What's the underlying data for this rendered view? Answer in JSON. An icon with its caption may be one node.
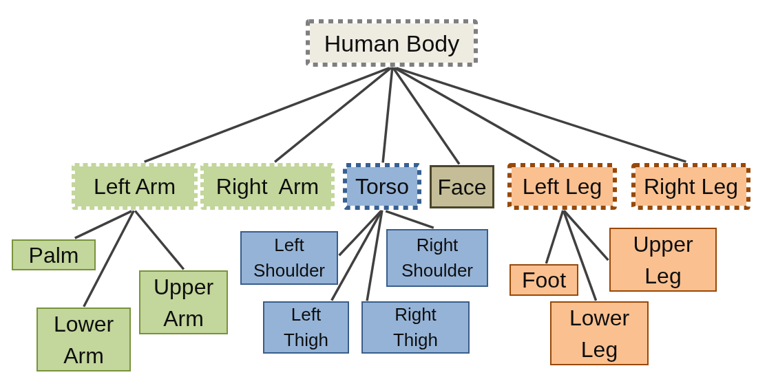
{
  "diagram": {
    "nodes": [
      {
        "text": [
          "Human Body"
        ]
      },
      {
        "text": [
          "Left Arm"
        ]
      },
      {
        "text": [
          "Right  Arm"
        ]
      },
      {
        "text": [
          "Torso"
        ]
      },
      {
        "text": [
          "Face"
        ]
      },
      {
        "text": [
          "Left Leg"
        ]
      },
      {
        "text": [
          "Right Leg"
        ]
      },
      {
        "text": [
          "Palm"
        ]
      },
      {
        "text": [
          "Lower Arm"
        ]
      },
      {
        "text": [
          "Upper Arm"
        ]
      },
      {
        "text": [
          "Left Shoulder"
        ]
      },
      {
        "text": [
          "Right Shoulder"
        ]
      },
      {
        "text": [
          "Left Thigh"
        ]
      },
      {
        "text": [
          "Right Thigh"
        ]
      },
      {
        "text": [
          "Foot"
        ]
      },
      {
        "text": [
          "Lower Leg"
        ]
      },
      {
        "text": [
          "Upper Leg"
        ]
      }
    ],
    "edges": [
      {
        "from": 0,
        "to": 1,
        "arrow": "none"
      },
      {
        "from": 0,
        "to": 2,
        "arrow": "none"
      },
      {
        "from": 0,
        "to": 3,
        "arrow": "none"
      },
      {
        "from": 0,
        "to": 4,
        "arrow": "none"
      },
      {
        "from": 0,
        "to": 5,
        "arrow": "none"
      },
      {
        "from": 0,
        "to": 6,
        "arrow": "none"
      },
      {
        "from": 1,
        "to": 7,
        "arrow": "none"
      },
      {
        "from": 1,
        "to": 8,
        "arrow": "none"
      },
      {
        "from": 1,
        "to": 9,
        "arrow": "none"
      },
      {
        "from": 3,
        "to": 10,
        "arrow": "none"
      },
      {
        "from": 3,
        "to": 11,
        "arrow": "none"
      },
      {
        "from": 3,
        "to": 12,
        "arrow": "none"
      },
      {
        "from": 3,
        "to": 13,
        "arrow": "none"
      },
      {
        "from": 5,
        "to": 14,
        "arrow": "none"
      },
      {
        "from": 5,
        "to": 15,
        "arrow": "none"
      },
      {
        "from": 5,
        "to": 16,
        "arrow": "none"
      }
    ]
  }
}
